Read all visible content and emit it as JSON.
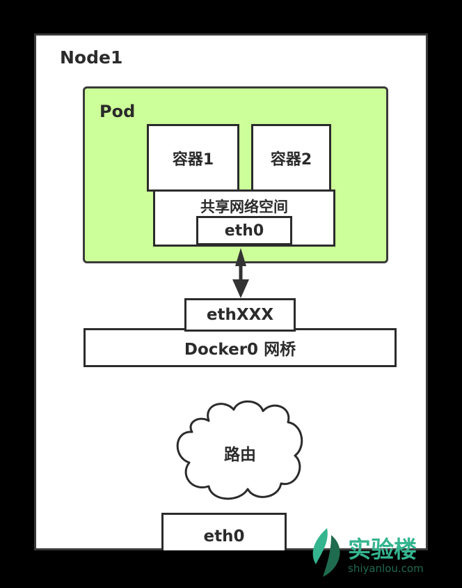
{
  "node": {
    "label": "Node1"
  },
  "pod": {
    "label": "Pod"
  },
  "containers": [
    {
      "label": "容器1"
    },
    {
      "label": "容器2"
    }
  ],
  "shared_netns": {
    "label": "共享网络空间",
    "interface": "eth0"
  },
  "veth": {
    "label": "ethXXX"
  },
  "bridge": {
    "label": "Docker0 网桥"
  },
  "router": {
    "label": "路由"
  },
  "node_nic": {
    "label": "eth0"
  },
  "watermark": {
    "brand": "实验楼",
    "url": "shiyanlou.com"
  },
  "colors": {
    "pod_fill": "#ccff99",
    "background": "#000000",
    "watermark": "#35b58f"
  }
}
